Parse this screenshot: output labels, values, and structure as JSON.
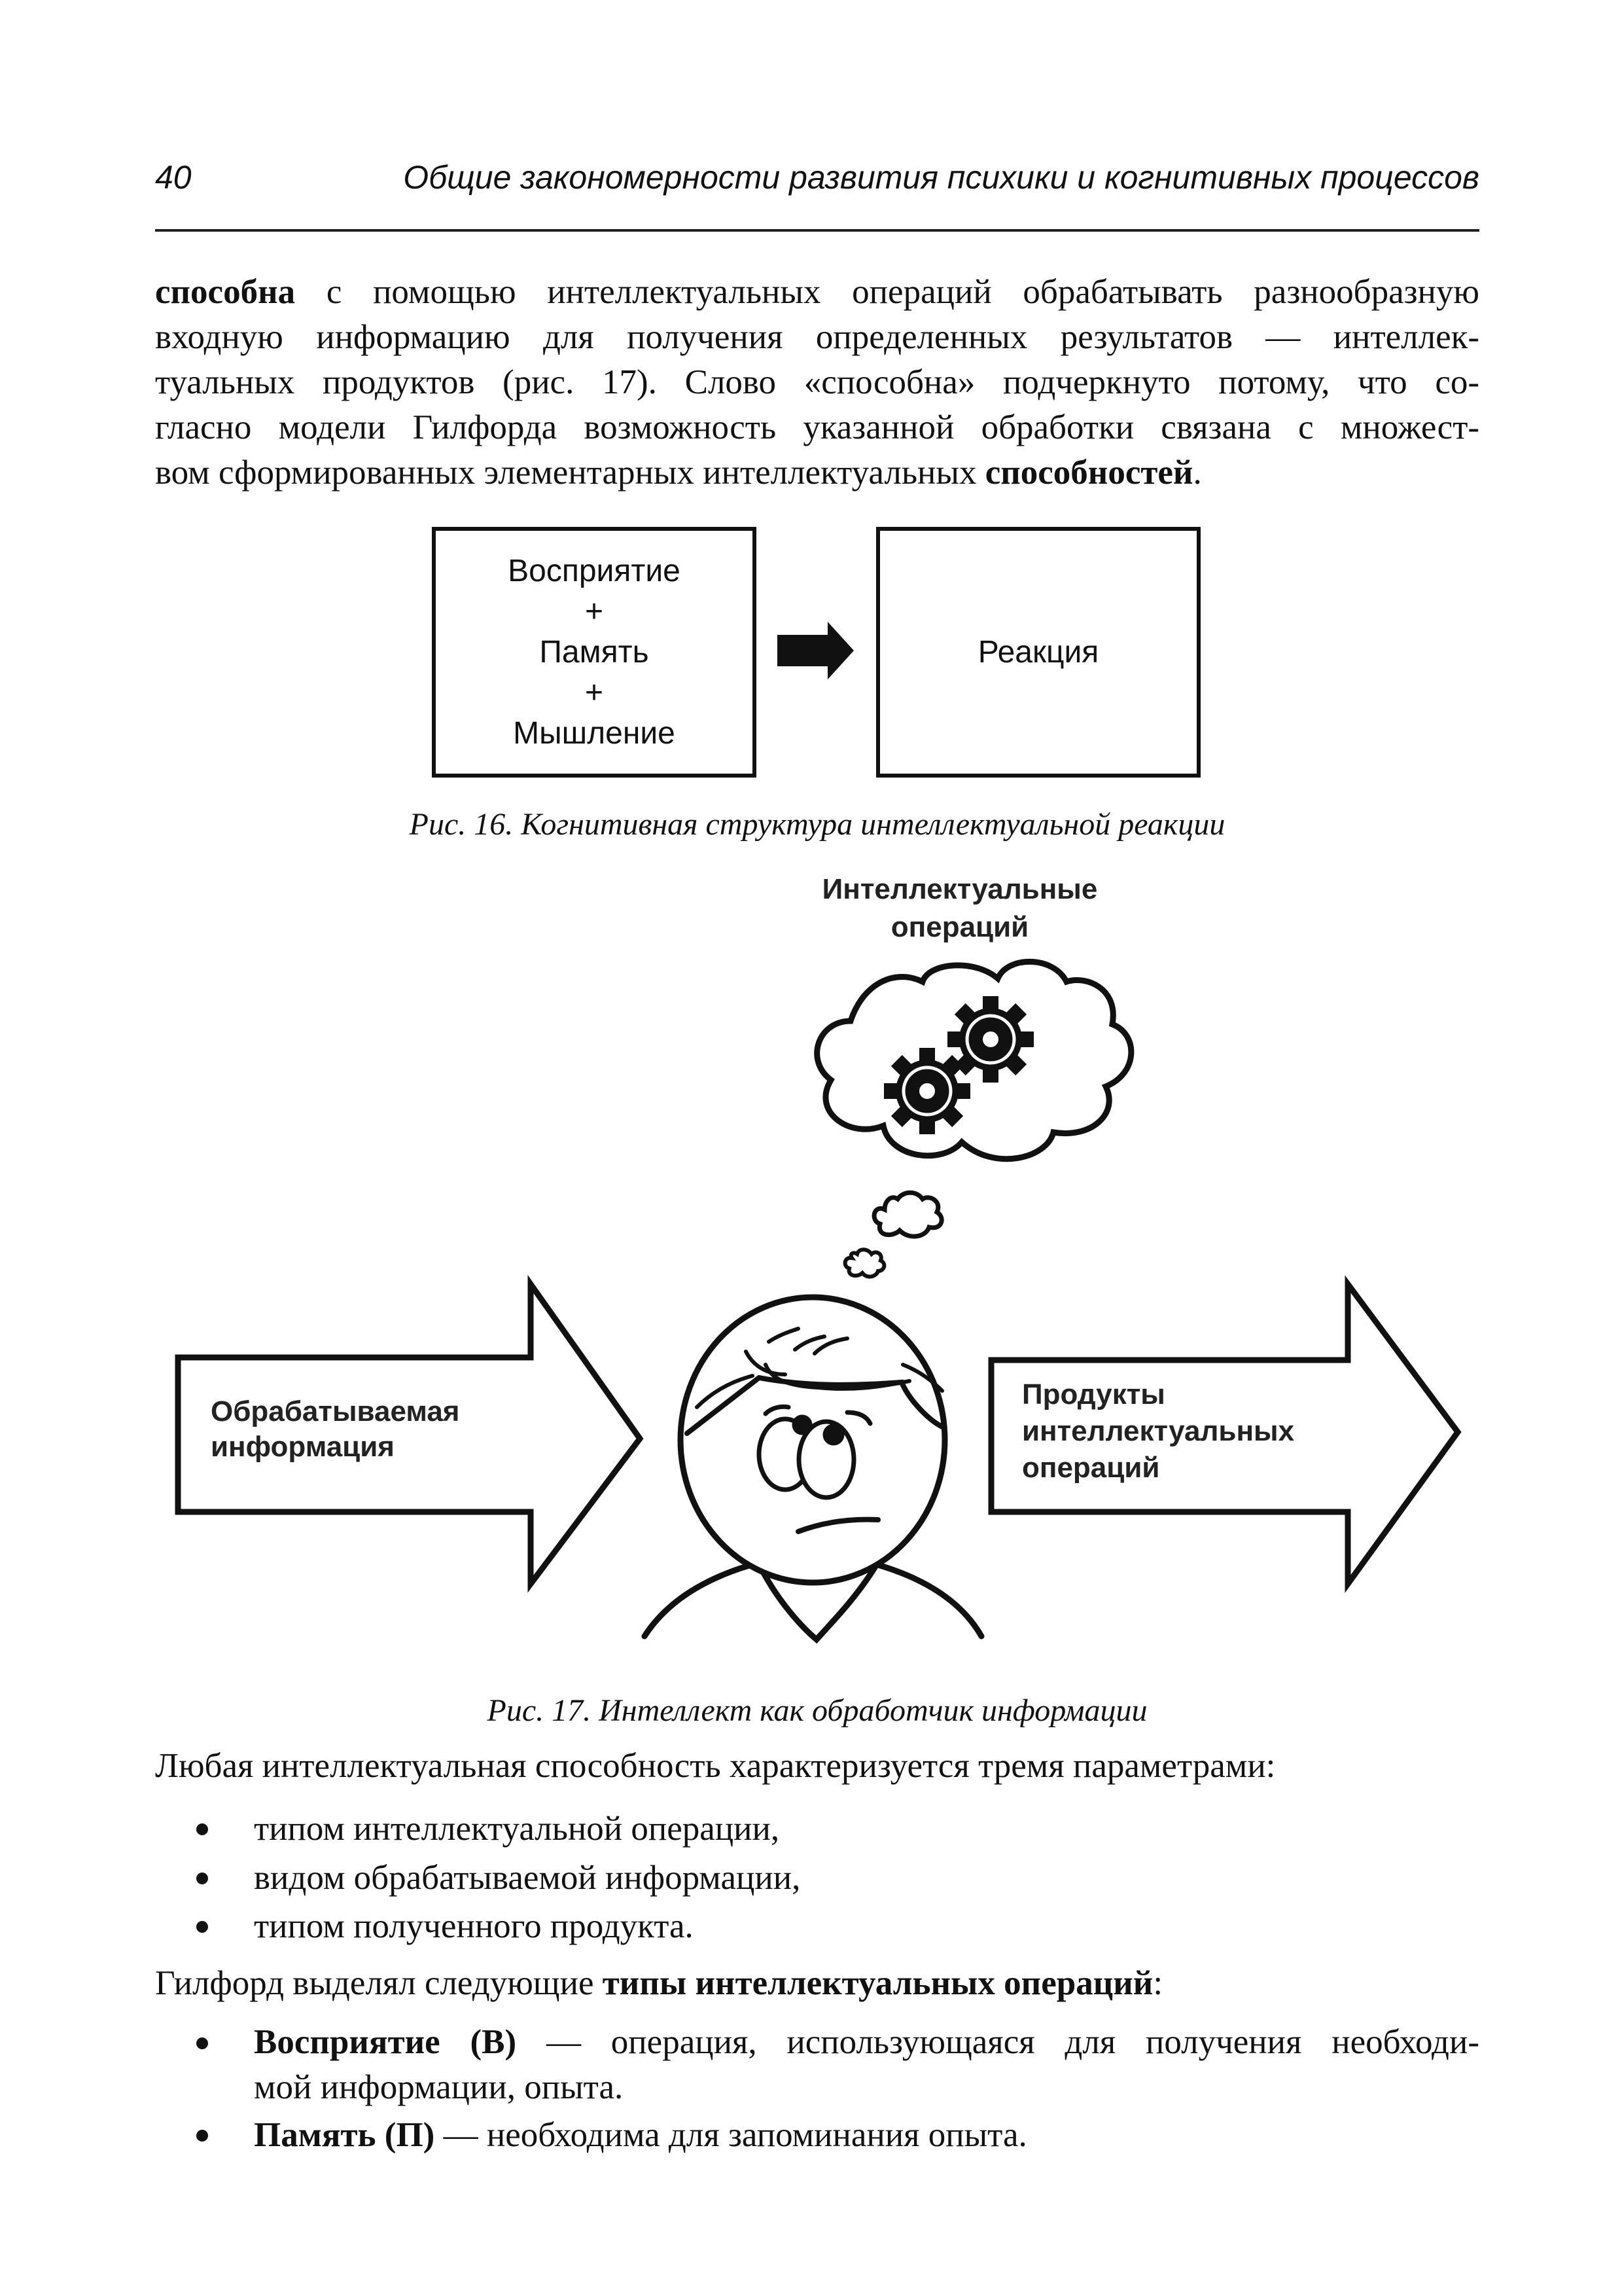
{
  "header": {
    "page_number": "40",
    "running_title": "Общие закономерности развития психики и когнитивных процессов"
  },
  "intro": {
    "lines": [
      {
        "bold": "способна",
        "rest": " с помощью интеллектуальных операций обрабатывать разнообразную"
      },
      {
        "bold": "",
        "rest": "входную информацию для получения определенных результатов — интеллек-"
      },
      {
        "bold": "",
        "rest": "туальных продуктов (рис. 17). Слово «способна» подчеркнуто потому, что со-"
      },
      {
        "bold": "",
        "rest": "гласно модели Гилфорда возможность указанной обработки связана с множест-"
      }
    ],
    "last_line_start": "вом сформированных элементарных интеллектуальных ",
    "last_line_bold": "способностей",
    "last_line_end": "."
  },
  "figure16": {
    "box_left": [
      "Восприятие",
      "+",
      "Память",
      "+",
      "Мышление"
    ],
    "box_right": "Реакция",
    "caption": "Рис. 16. Когнитивная структура интеллектуальной реакции"
  },
  "figure17": {
    "thought_label_1": "Интеллектуальные",
    "thought_label_2": "операций",
    "input_label_1": "Обрабатываемая",
    "input_label_2": "информация",
    "output_label_1": "Продукты",
    "output_label_2": "интеллектуальных",
    "output_label_3": "операций",
    "caption": "Рис. 17. Интеллект как обработчик информации"
  },
  "params": {
    "intro": "Любая интеллектуальная способность характеризуется тремя параметрами:",
    "items": [
      "типом интеллектуальной операции,",
      "видом обрабатываемой информации,",
      "типом полученного продукта."
    ]
  },
  "types": {
    "intro_start": "Гилфорд выделял следующие ",
    "intro_bold": "типы интеллектуальных операций",
    "intro_end": ":",
    "items": [
      {
        "term": "Восприятие (В)",
        "line1": " — операция, использующаяся для получения необходи-",
        "line2": "мой информации, опыта."
      },
      {
        "term": "Память (П)",
        "line1": " — необходима для запоминания опыта.",
        "line2": ""
      }
    ]
  }
}
